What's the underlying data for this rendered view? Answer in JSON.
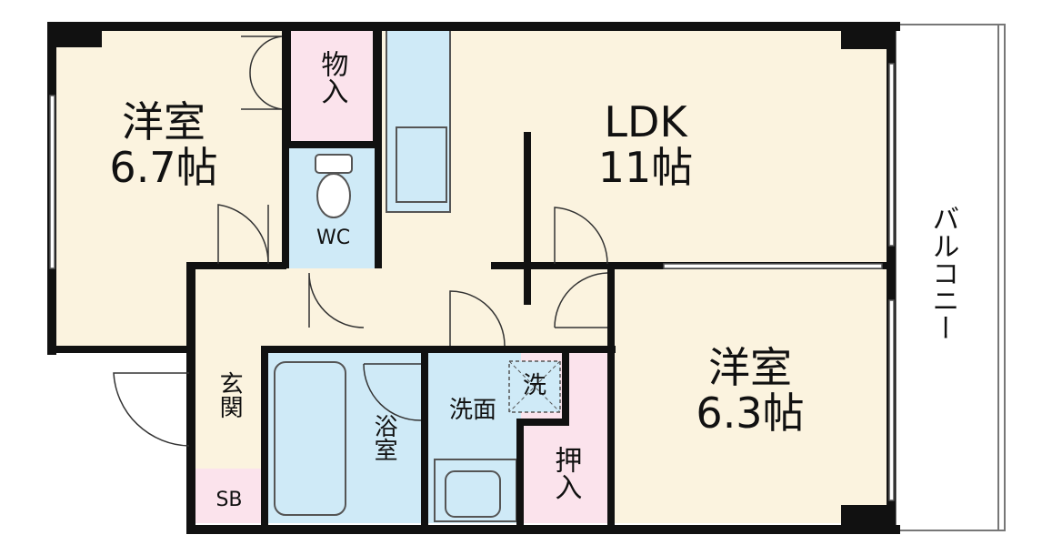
{
  "rooms": {
    "western1": {
      "name": "洋室",
      "size": "6.7帖"
    },
    "ldk": {
      "name": "LDK",
      "size": "11帖"
    },
    "western2": {
      "name": "洋室",
      "size": "6.3帖"
    },
    "storage": {
      "label": "物入"
    },
    "wc": {
      "label": "WC"
    },
    "entrance": {
      "label": "玄関"
    },
    "shoebox": {
      "label": "SB"
    },
    "bath": {
      "label": "浴室"
    },
    "washroom": {
      "label": "洗面"
    },
    "washer": {
      "label": "洗"
    },
    "closet": {
      "label": "押入"
    },
    "balcony": {
      "label": "バルコニー"
    }
  },
  "colors": {
    "wall": "#111111",
    "floor_room": "#fbf3df",
    "floor_storage": "#fbe3ec",
    "floor_water": "#cfeaf7"
  }
}
